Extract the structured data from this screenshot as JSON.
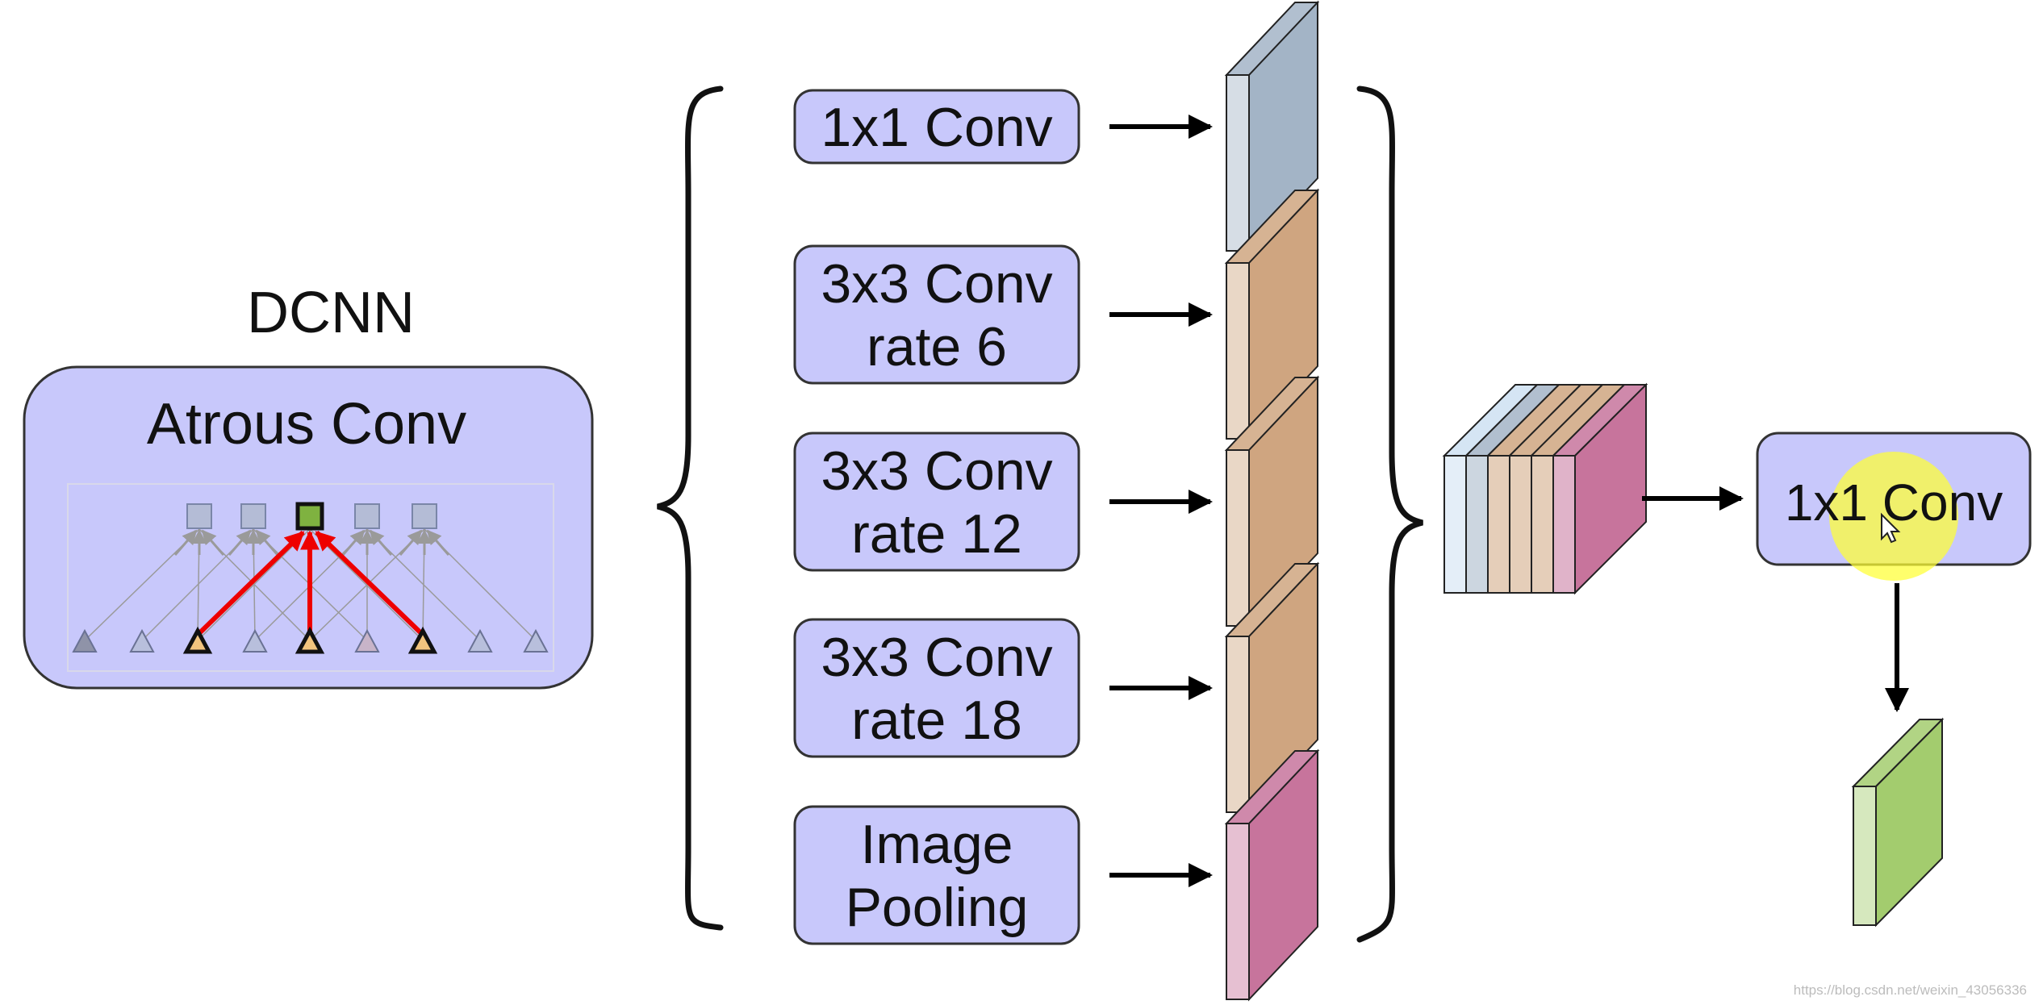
{
  "title": "DCNN",
  "atrous_block": {
    "label": "Atrous Conv"
  },
  "branches": [
    {
      "lines": [
        "1x1 Conv"
      ],
      "output_color": "#a3b4c6"
    },
    {
      "lines": [
        "3x3 Conv",
        "rate 6"
      ],
      "output_color": "#cfa580"
    },
    {
      "lines": [
        "3x3 Conv",
        "rate 12"
      ],
      "output_color": "#cfa580"
    },
    {
      "lines": [
        "3x3 Conv",
        "rate 18"
      ],
      "output_color": "#cfa580"
    },
    {
      "lines": [
        "Image",
        "Pooling"
      ],
      "output_color": "#c7749c"
    }
  ],
  "final_conv": {
    "label": "1x1 Conv"
  },
  "watermark": "https://blog.csdn.net/weixin_43056336",
  "colors": {
    "box_fill": "#c8c8fb",
    "box_stroke": "#333333",
    "highlight_arrow": "#ee0000",
    "gray_arrow": "#9a9a9a",
    "output_green": "#a3cc6e",
    "cursor_highlight": "#ffff33"
  }
}
